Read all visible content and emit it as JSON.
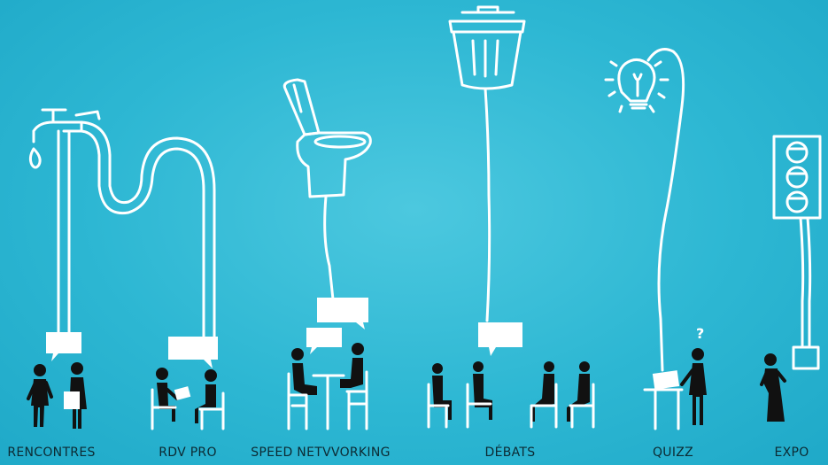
{
  "stations": [
    {
      "id": "rencontres",
      "label": "RENCONTRES"
    },
    {
      "id": "rdv-pro",
      "label": "RDV PRO"
    },
    {
      "id": "speed-networking",
      "label": "SPEED NETVVORKING"
    },
    {
      "id": "debats",
      "label": "DÉBATS"
    },
    {
      "id": "quizz",
      "label": "QUIZZ",
      "question_mark": "?"
    },
    {
      "id": "expo",
      "label": "EXPO"
    }
  ],
  "colors": {
    "background": "#2db7d3",
    "line": "#ffffff",
    "figures": "#111111",
    "labels": "#0c2a33"
  },
  "icons": [
    "tap-icon",
    "toilet-icon",
    "trash-can-icon",
    "light-bulb-icon",
    "traffic-light-icon"
  ]
}
